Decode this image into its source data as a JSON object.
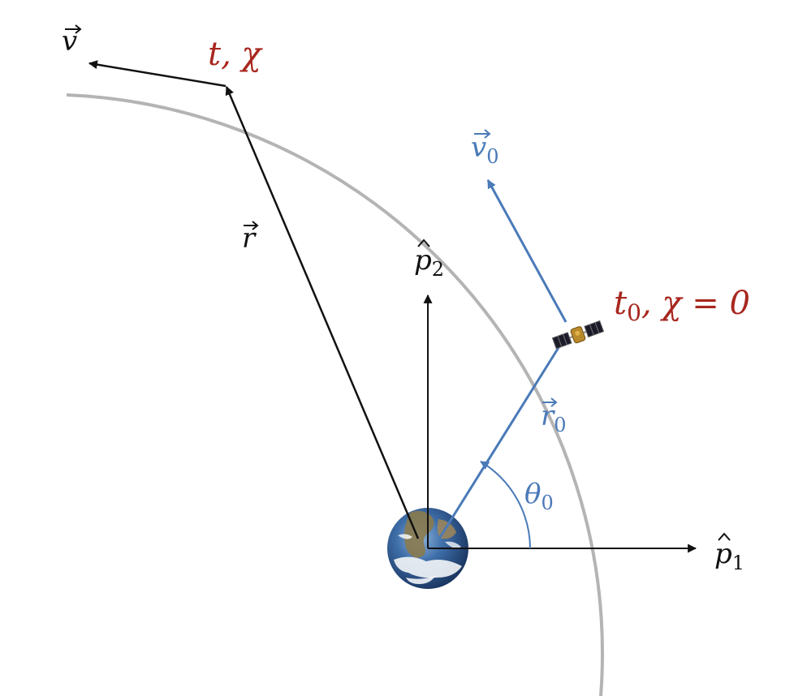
{
  "labels": {
    "v": "v",
    "t_chi": "t, χ",
    "r": "r",
    "v0": "v",
    "v0_sub": "0",
    "p2": "p",
    "p2_sub": "2",
    "t0_chi0": "t",
    "t0_sub": "0",
    "t0_rest": ", χ = 0",
    "r0": "r",
    "r0_sub": "0",
    "theta0": "θ",
    "theta0_sub": "0",
    "p1": "p",
    "p1_sub": "1"
  },
  "colors": {
    "orbit": "#b4b4b4",
    "black_vector": "#111111",
    "blue_vector": "#4a7ab8",
    "red_label": "#a8271e"
  },
  "icons": {
    "earth": "earth-icon",
    "satellite": "satellite-icon"
  }
}
